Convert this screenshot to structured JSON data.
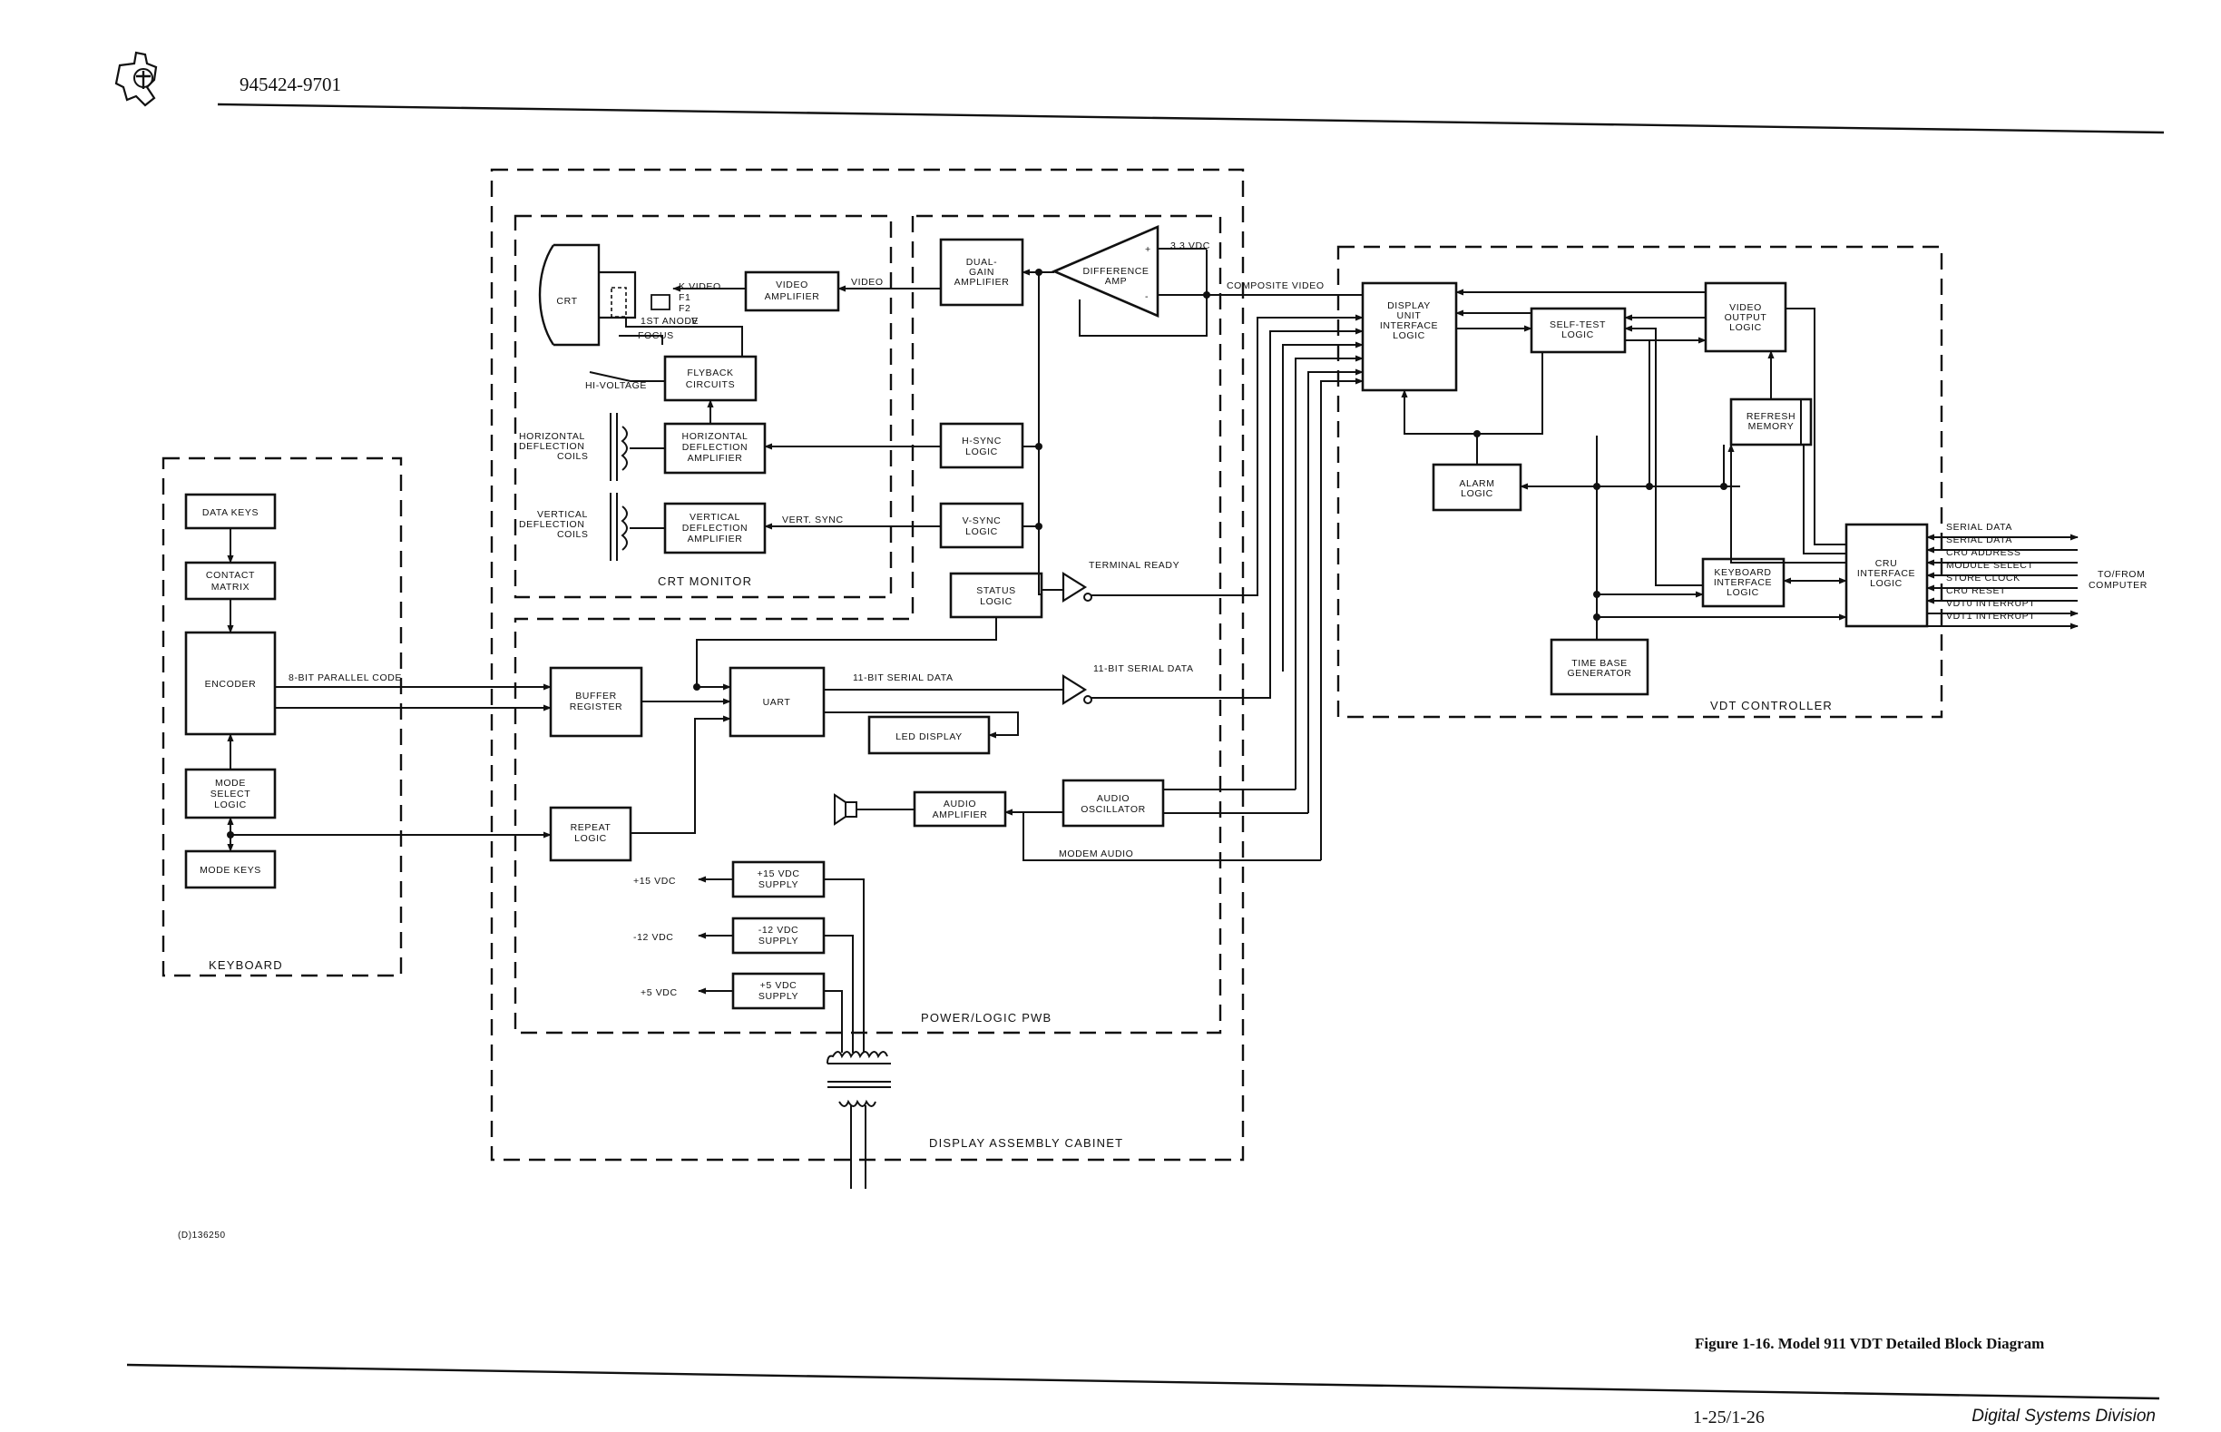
{
  "header": {
    "logo": "texas-instruments-logo",
    "doc_number": "945424-9701"
  },
  "figure": {
    "caption": "Figure 1-16. Model 911 VDT Detailed Block Diagram",
    "code": "(D)136250"
  },
  "footer": {
    "page_number": "1-25/1-26",
    "division": "Digital Systems Division"
  },
  "diagram": {
    "regions": {
      "keyboard": "KEYBOARD",
      "crt_monitor": "CRT MONITOR",
      "power_logic_pwb": "POWER/LOGIC PWB",
      "display_assembly_cabinet": "DISPLAY ASSEMBLY CABINET",
      "vdt_controller": "VDT CONTROLLER"
    },
    "blocks": {
      "data_keys": [
        "DATA KEYS"
      ],
      "contact_matrix": [
        "CONTACT",
        "MATRIX"
      ],
      "encoder": [
        "ENCODER"
      ],
      "mode_select_logic": [
        "MODE",
        "SELECT",
        "LOGIC"
      ],
      "mode_keys": [
        "MODE KEYS"
      ],
      "crt": [
        "CRT"
      ],
      "video_amplifier": [
        "VIDEO",
        "AMPLIFIER"
      ],
      "flyback_circuits": [
        "FLYBACK",
        "CIRCUITS"
      ],
      "horizontal_deflection_amplifier": [
        "HORIZONTAL",
        "DEFLECTION",
        "AMPLIFIER"
      ],
      "vertical_deflection_amplifier": [
        "VERTICAL",
        "DEFLECTION",
        "AMPLIFIER"
      ],
      "dual_gain_amplifier": [
        "DUAL-",
        "GAIN",
        "AMPLIFIER"
      ],
      "difference_amp": [
        "DIFFERENCE",
        "AMP"
      ],
      "h_sync_logic": [
        "H-SYNC",
        "LOGIC"
      ],
      "v_sync_logic": [
        "V-SYNC",
        "LOGIC"
      ],
      "status_logic": [
        "STATUS",
        "LOGIC"
      ],
      "buffer_register": [
        "BUFFER",
        "REGISTER"
      ],
      "uart": [
        "UART"
      ],
      "led_display": [
        "LED DISPLAY"
      ],
      "repeat_logic": [
        "REPEAT",
        "LOGIC"
      ],
      "audio_amplifier": [
        "AUDIO",
        "AMPLIFIER"
      ],
      "audio_oscillator": [
        "AUDIO",
        "OSCILLATOR"
      ],
      "supply_15": [
        "+15 VDC",
        "SUPPLY"
      ],
      "supply_m12": [
        "-12 VDC",
        "SUPPLY"
      ],
      "supply_5": [
        "+5 VDC",
        "SUPPLY"
      ],
      "display_unit_interface_logic": [
        "DISPLAY",
        "UNIT",
        "INTERFACE",
        "LOGIC"
      ],
      "self_test_logic": [
        "SELF-TEST",
        "LOGIC"
      ],
      "video_output_logic": [
        "VIDEO",
        "OUTPUT",
        "LOGIC"
      ],
      "refresh_memory": [
        "REFRESH",
        "MEMORY"
      ],
      "alarm_logic": [
        "ALARM",
        "LOGIC"
      ],
      "keyboard_interface_logic": [
        "KEYBOARD",
        "INTERFACE",
        "LOGIC"
      ],
      "cru_interface_logic": [
        "CRU",
        "INTERFACE",
        "LOGIC"
      ],
      "time_base_generator": [
        "TIME BASE",
        "GENERATOR"
      ]
    },
    "signals": {
      "k_video": "K VIDEO",
      "f1": "F1",
      "f2": "F2",
      "first_anode": "1ST ANODE",
      "v": "V",
      "focus": "FOCUS",
      "hi_voltage": "HI-VOLTAGE",
      "video": "VIDEO",
      "v33": "3.3 VDC",
      "plus": "+",
      "minus": "-",
      "composite_video": "COMPOSITE VIDEO",
      "vert_sync": "VERT. SYNC",
      "horizontal_coils": [
        "HORIZONTAL",
        "DEFLECTION",
        "COILS"
      ],
      "vertical_coils": [
        "VERTICAL",
        "DEFLECTION",
        "COILS"
      ],
      "terminal_ready": "TERMINAL READY",
      "parallel_code": "8-BIT PARALLEL CODE",
      "serial_11_a": "11-BIT SERIAL DATA",
      "serial_11_b": "11-BIT SERIAL DATA",
      "modem_audio": "MODEM AUDIO",
      "p15": "+15 VDC",
      "m12": "-12 VDC",
      "p5": "+5 VDC",
      "to_from": [
        "TO/FROM",
        "COMPUTER"
      ],
      "bus": [
        "SERIAL DATA",
        "SERIAL DATA",
        "CRU ADDRESS",
        "MODULE SELECT",
        "STORE CLOCK",
        "CRU RESET",
        "VDT0 INTERRUPT",
        "VDT1 INTERRUPT"
      ]
    }
  }
}
